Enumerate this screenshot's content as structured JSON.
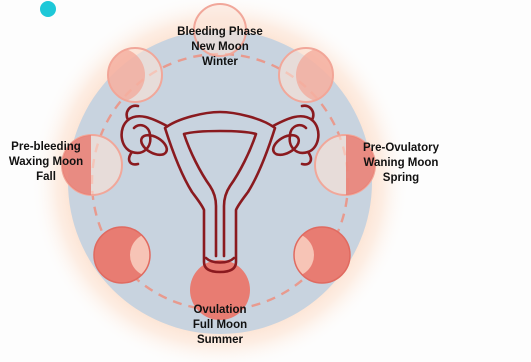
{
  "phases": {
    "top": {
      "line1": "Bleeding  Phase",
      "line2": "New Moon",
      "line3": "Winter"
    },
    "left": {
      "line1": "Pre-bleeding",
      "line2": "Waxing Moon",
      "line3": "Fall"
    },
    "right": {
      "line1": "Pre-Ovulatory",
      "line2": "Waning Moon",
      "line3": "Spring"
    },
    "bottom": {
      "line1": "Ovulation",
      "line2": "Full Moon",
      "line3": "Summer"
    }
  },
  "colors": {
    "glow": "#fbd3b8",
    "disc": "#c6d2de",
    "moon": "#e87c72",
    "moon_light": "#fbe2d6",
    "uterus_stroke": "#8a1a1f",
    "dashed_ring": "#e89a8e",
    "dot": "#1ec8d8"
  }
}
